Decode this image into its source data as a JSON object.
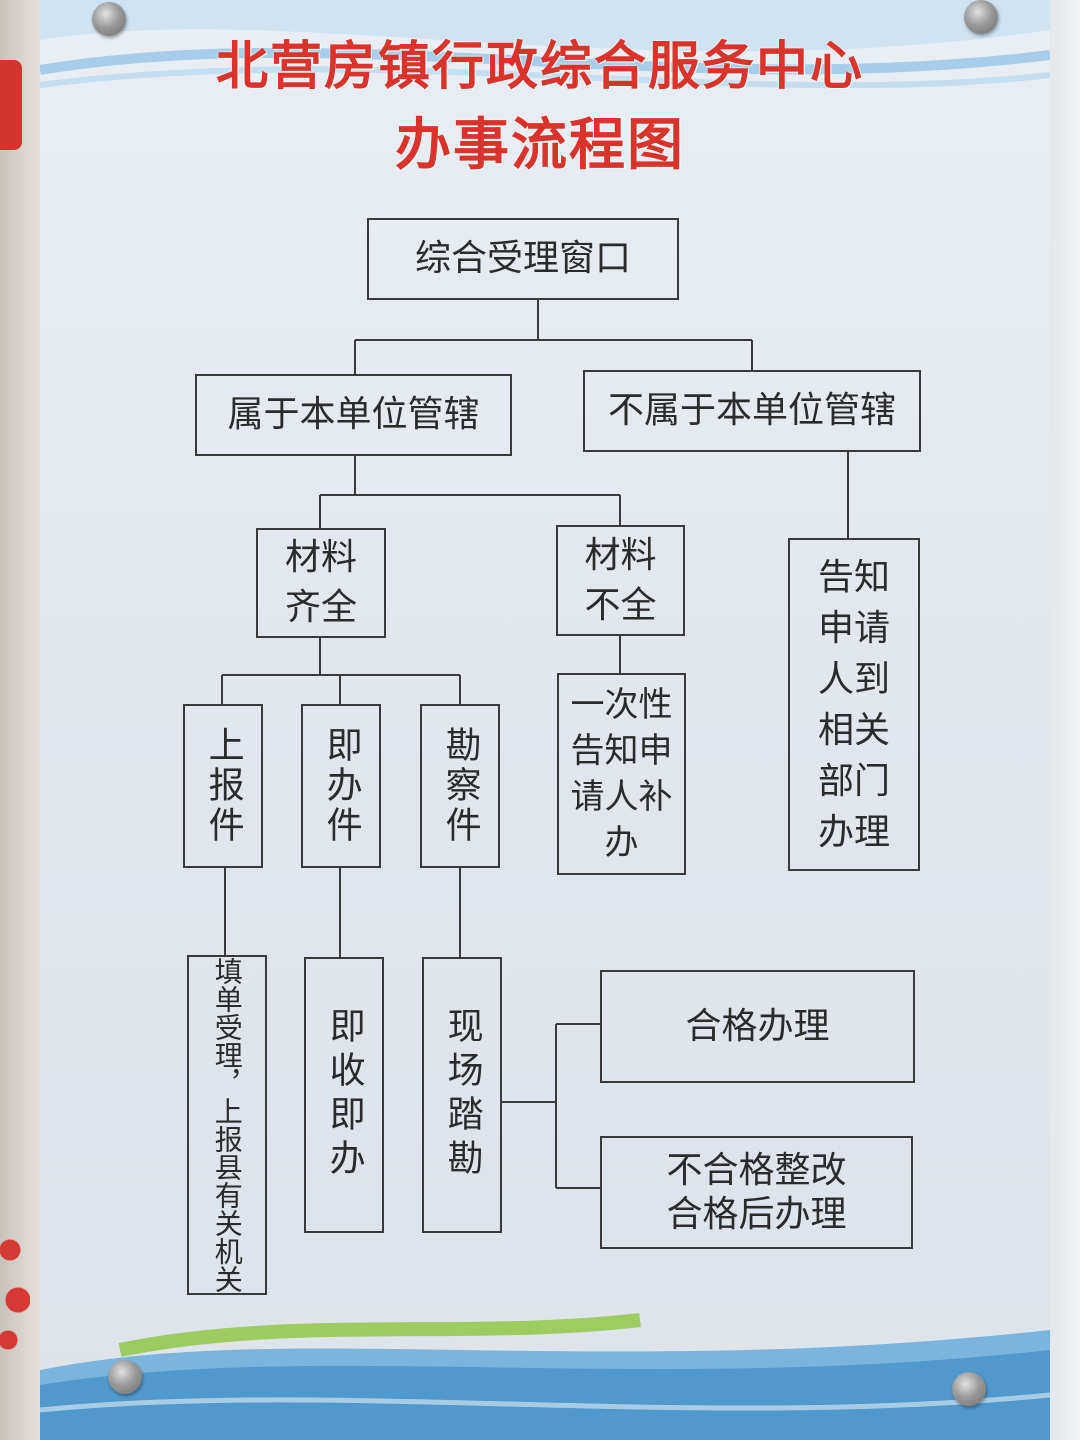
{
  "title": {
    "line1": "北营房镇行政综合服务中心",
    "line2": "办事流程图"
  },
  "nodes": {
    "window": "综合受理窗口",
    "belongs": "属于本单位管辖",
    "not_belongs": "不属于本单位管辖",
    "complete": "材料齐全",
    "incomplete": "材料不全",
    "refer": "告知申请人到相关部门办理",
    "report": "上报件",
    "instant": "即办件",
    "survey": "勘察件",
    "notify_once": "一次性告知申请人补办",
    "report_step": "填单受理，上报县有关机关",
    "instant_step": "即收即办",
    "survey_step": "现场踏勘",
    "qualified": "合格办理",
    "unqualified_1": "不合格整改",
    "unqualified_2": "合格后办理"
  },
  "colors": {
    "title_red": "#d9332b",
    "line": "#3a3a3a",
    "wave_blue": "#5aa6d8",
    "wave_green": "#8cc63f"
  }
}
